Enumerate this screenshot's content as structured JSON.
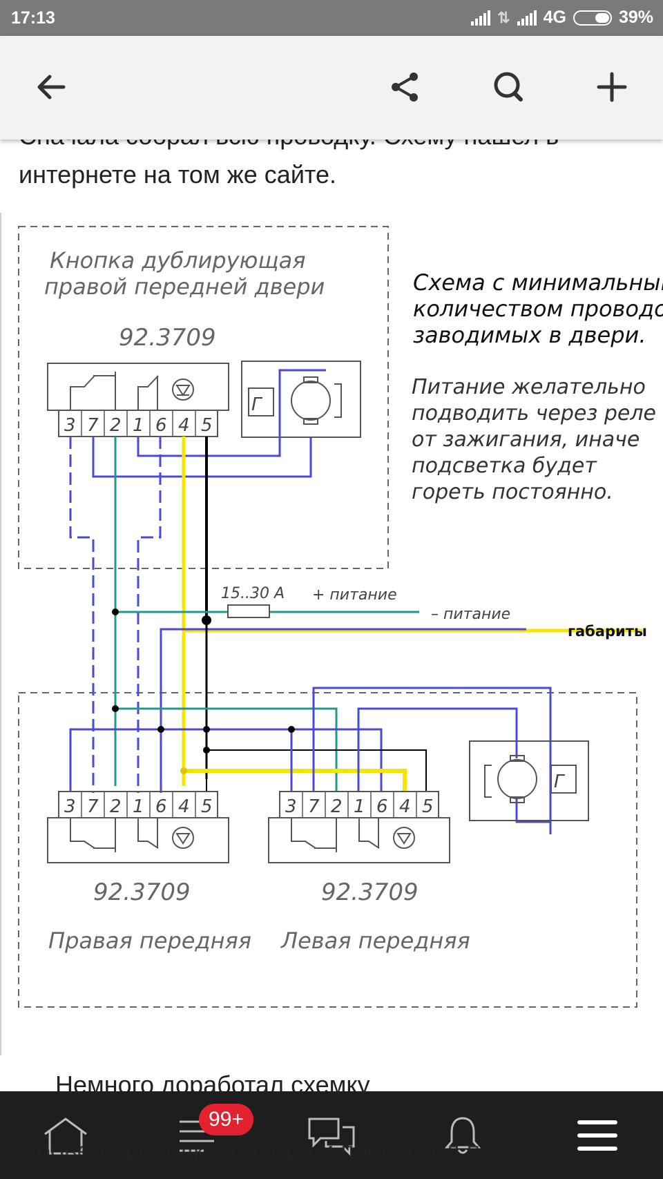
{
  "status": {
    "time": "17:13",
    "network": "4G",
    "battery": "39%"
  },
  "appbar": {
    "icons": [
      "back-arrow-icon",
      "share-icon",
      "search-icon",
      "plus-icon"
    ]
  },
  "article": {
    "hidden_line": "Сначала собрал всю проводку. Схему нашел в",
    "line2": "интернете на том же сайте.",
    "caption_below": "Немного доработал схемку",
    "line_bottom": "Провел проводку в двери и пропустил под"
  },
  "diagram": {
    "top_box_label_1": "Кнопка дублирующая",
    "top_box_label_2": "правой передней двери",
    "part_number_top": "92.3709",
    "heading_1": "Схема с минимальным",
    "heading_2": "количеством проводов",
    "heading_3": "заводимых в двери.",
    "note_1": "Питание желательно",
    "note_2": "подводить через реле",
    "note_3": "от зажигания, иначе",
    "note_4": "подсветка будет",
    "note_5": "гореть постоянно.",
    "fuse": "15..30 А",
    "plus_power": "+ питание",
    "minus_power": "– питание",
    "gabarity": "габариты",
    "part_number_right": "92.3709",
    "part_number_left": "92.3709",
    "label_right_front": "Правая передняя",
    "label_left_front": "Левая передняя",
    "pins": [
      "3",
      "7",
      "2",
      "1",
      "6",
      "4",
      "5"
    ],
    "motor_mark": "Г",
    "colors": {
      "blue": "#4a4ad6",
      "teal": "#1f9a8a",
      "yellow": "#f3e600",
      "black": "#000000",
      "outline": "#555555"
    }
  },
  "bottom_nav": {
    "badge": "99+",
    "icons": [
      "home-icon",
      "feed-icon",
      "messages-icon",
      "bell-icon",
      "menu-icon"
    ]
  }
}
